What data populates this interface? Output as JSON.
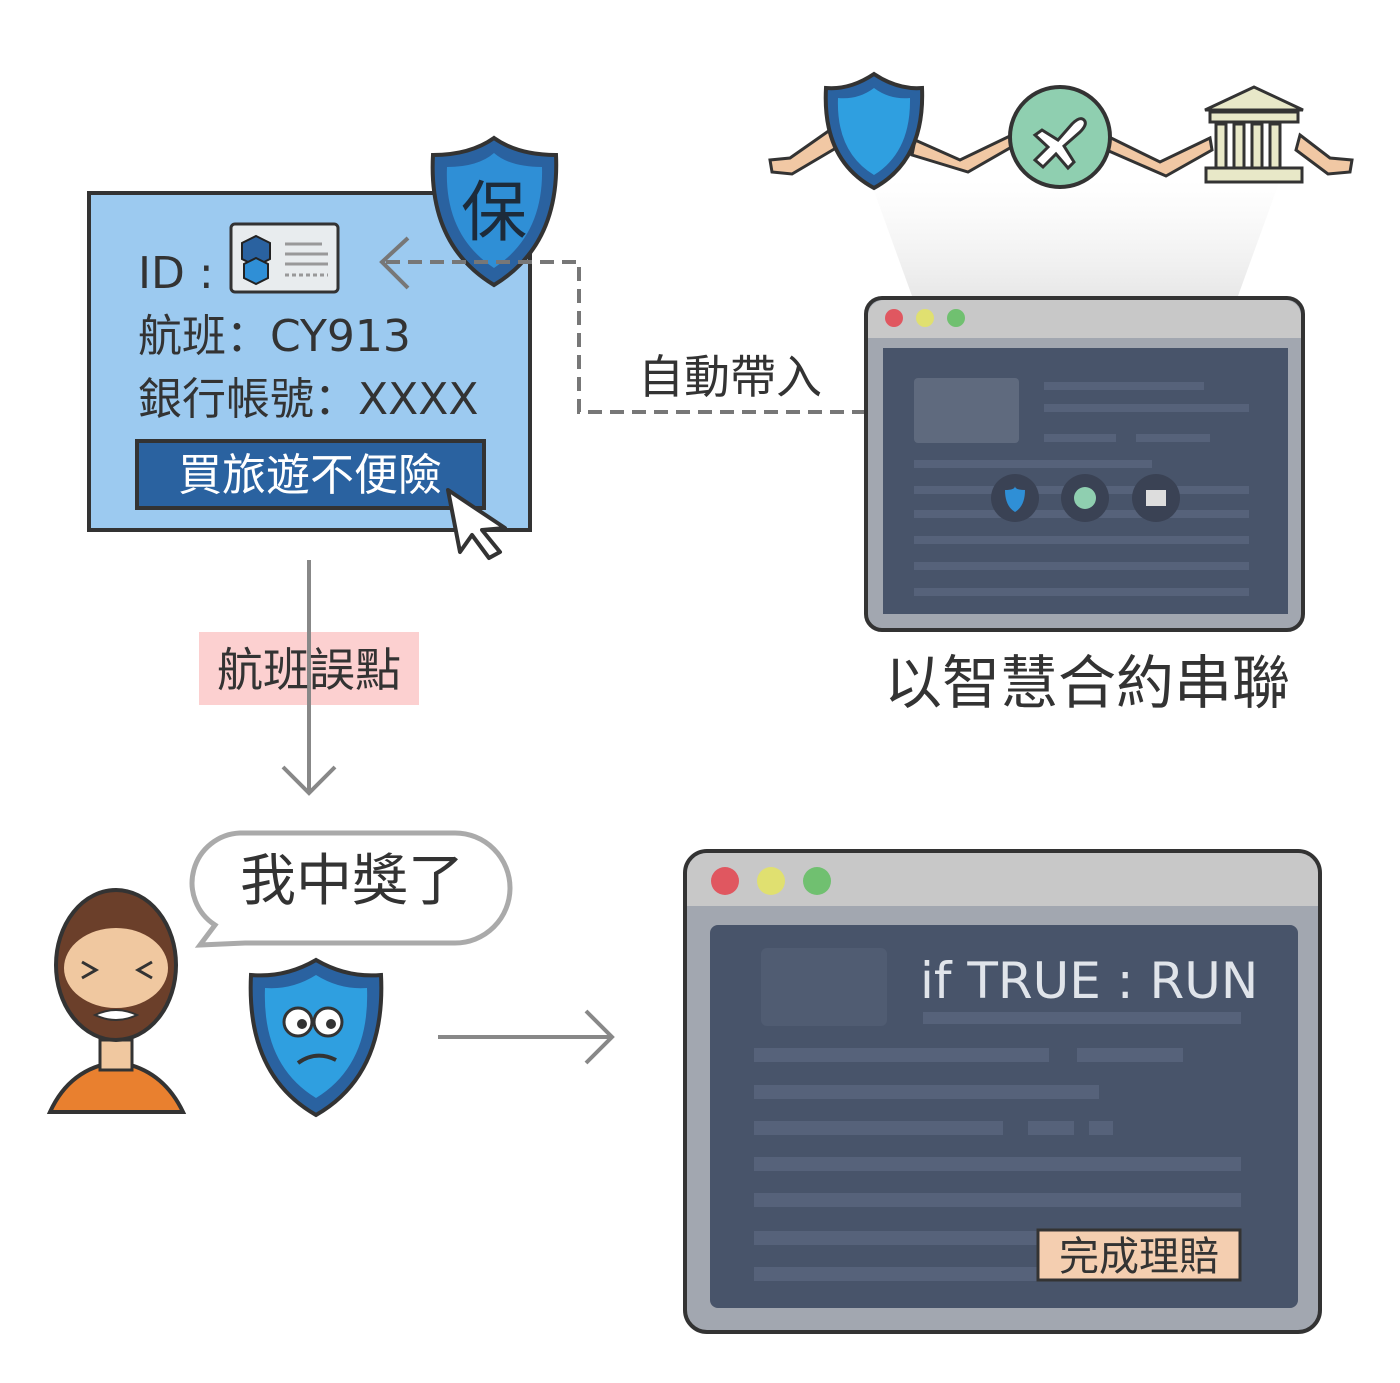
{
  "form_card": {
    "id_label": "ID :",
    "flight_line": "航班：CY913",
    "bank_line": "銀行帳號：XXXX",
    "buy_button": "買旅遊不便險",
    "shield_char": "保"
  },
  "auto_fill_label": "自動帶入",
  "smart_contract_caption": "以智慧合約串聯",
  "flight_delay_label": "航班誤點",
  "speech_bubble": "我中獎了",
  "result_window": {
    "code_text": "if TRUE : RUN",
    "claim_badge": "完成理賠"
  },
  "colors": {
    "card_blue": "#9ccaf0",
    "button_blue": "#2a62a0",
    "shield_blue": "#2f8fd6",
    "window_dark": "#48546a",
    "window_frame": "#a2a7b0",
    "pink_label": "#fcd0d0",
    "claim_badge": "#f4ceb0"
  },
  "icons": [
    "shield-icon",
    "airplane-icon",
    "bank-icon",
    "id-card-icon",
    "cursor-icon",
    "user-avatar-icon"
  ]
}
